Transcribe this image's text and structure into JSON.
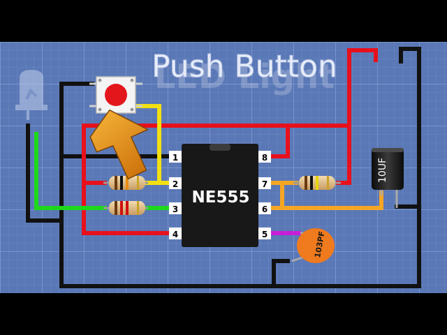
{
  "title": "Push Button",
  "ghost_title": "LED Light",
  "chip": {
    "label": "NE555",
    "pins_left": [
      "1",
      "2",
      "3",
      "4"
    ],
    "pins_right": [
      "8",
      "7",
      "6",
      "5"
    ]
  },
  "capacitor_electrolytic_label": "10UF",
  "capacitor_ceramic_label": "103PF",
  "colors": {
    "background": "#5b79b8",
    "grid": "#7f9bd3",
    "wire_black": "#111111",
    "wire_red": "#e8101c",
    "wire_yellow": "#f2e012",
    "wire_green": "#1fd81c",
    "wire_orange": "#f5a623",
    "wire_purple": "#c81ed8",
    "chip_body": "#181818",
    "button_red": "#e3161c",
    "ceramic_cap": "#f07a1e",
    "arrow_orange": "#e58a10"
  },
  "icons": {
    "arrow": "up-left-arrow-icon",
    "led": "led-icon"
  }
}
